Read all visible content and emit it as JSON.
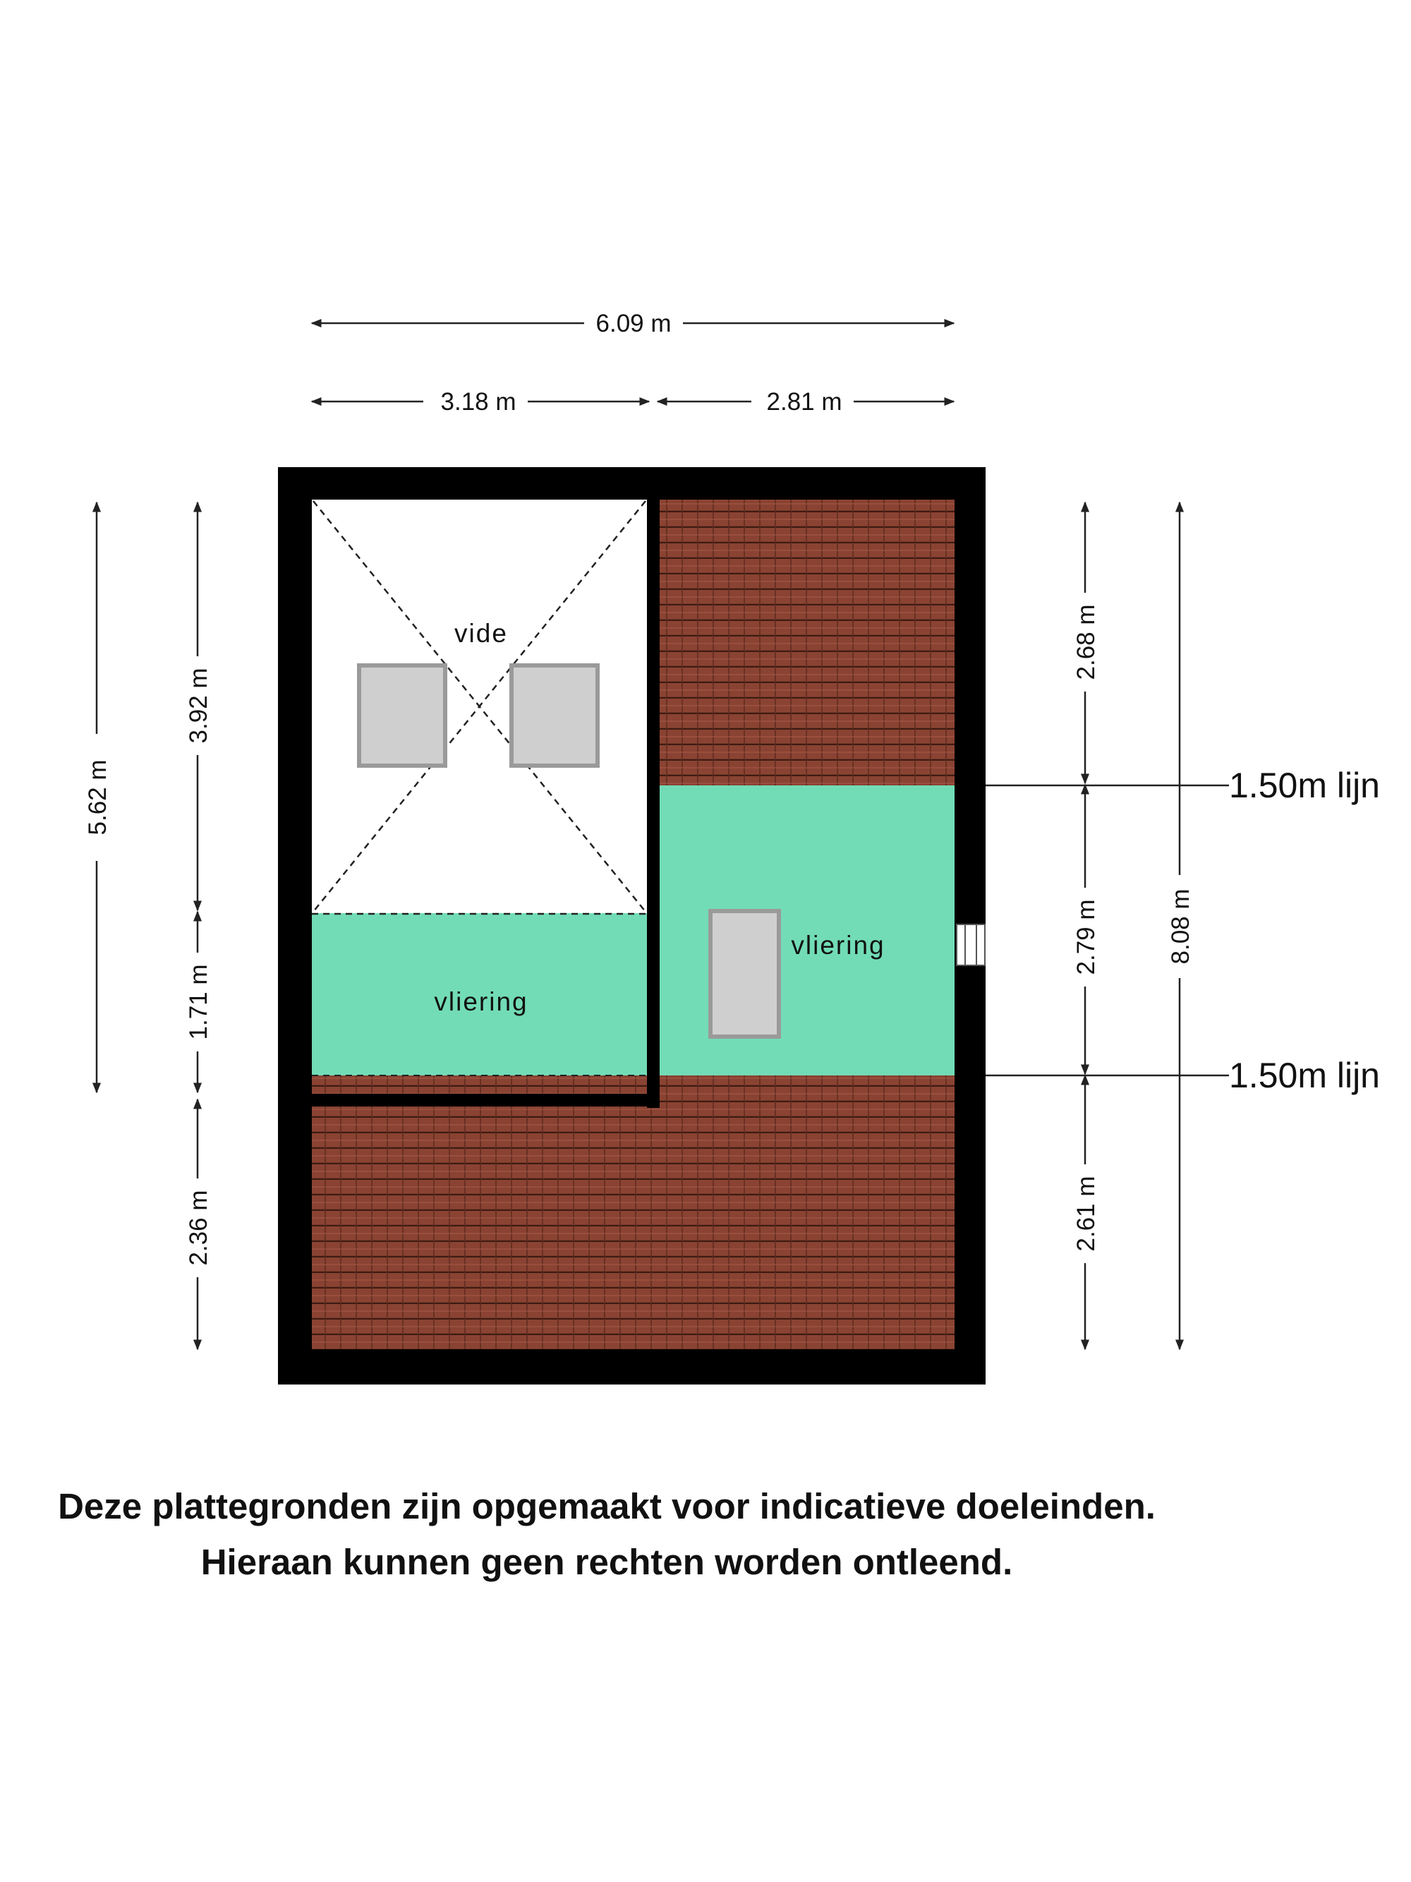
{
  "dimensions": {
    "total_width": "6.09 m",
    "left_width": "3.18 m",
    "right_width": "2.81 m",
    "left_total_height": "5.62 m",
    "left_upper": "3.92 m",
    "left_middle": "1.71 m",
    "left_lower": "2.36 m",
    "right_upper": "2.68 m",
    "right_middle": "2.79 m",
    "right_lower": "2.61 m",
    "right_total_height": "8.08 m"
  },
  "rooms": {
    "vide": "vide",
    "vliering_left": "vliering",
    "vliering_right": "vliering"
  },
  "height_lines": {
    "upper": "1.50m lijn",
    "lower": "1.50m lijn"
  },
  "disclaimer": {
    "line1": "Deze plattegronden zijn opgemaakt voor indicatieve doeleinden.",
    "line2": "Hieraan kunnen geen rechten worden ontleend."
  },
  "colors": {
    "wall": "#000000",
    "roof_tile": "#8a4332",
    "vliering": "#72dcb7",
    "skylight": "#c8c8c8"
  }
}
